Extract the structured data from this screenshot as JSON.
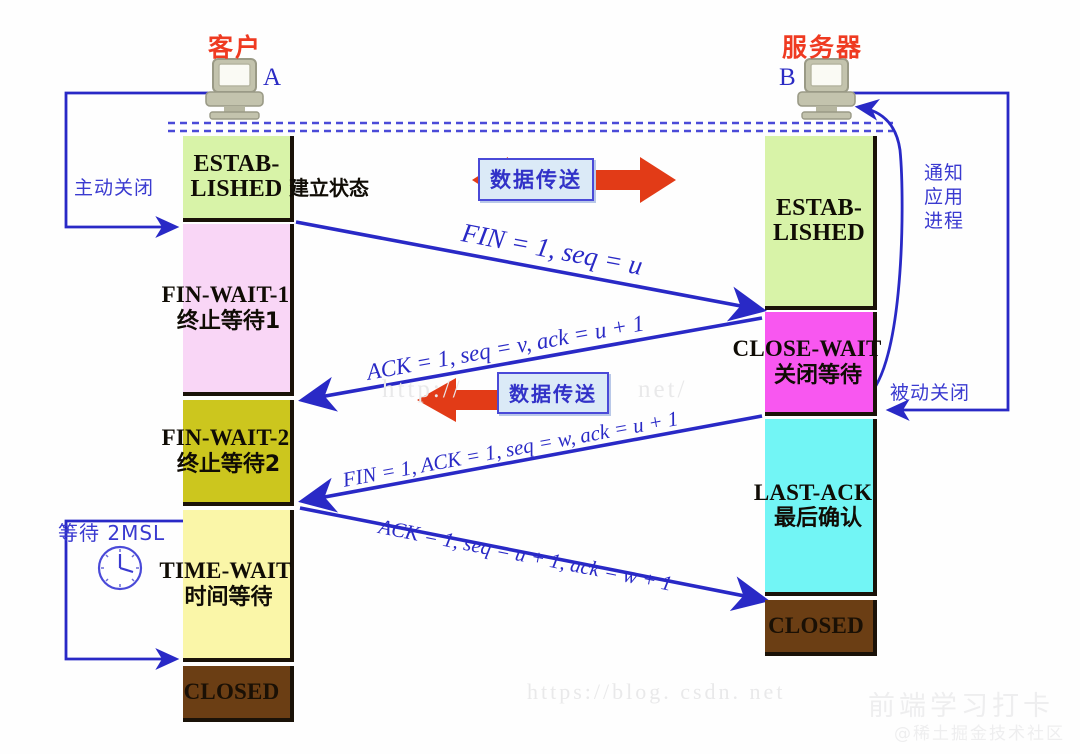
{
  "diagram": {
    "title_client": "客户",
    "title_server": "服务器",
    "label_a": "A",
    "label_b": "B"
  },
  "annotations": {
    "active_close": "主动关闭",
    "passive_close": "被动关闭",
    "notify_app": "通知\n应用\n进程",
    "notify_app_lines": [
      "通知",
      "应用",
      "进程"
    ],
    "wait_2msl": "等待 2MSL",
    "established_cn_side": "建立状态",
    "data_transfer_top": "数据传送",
    "data_transfer_mid": "数据传送"
  },
  "client_states": [
    {
      "name": "established",
      "en": "ESTAB-\nLISHED",
      "en_lines": [
        "ESTAB-",
        "LISHED"
      ],
      "cn": "",
      "color": "#d8f3a8"
    },
    {
      "name": "fin-wait-1",
      "en": "FIN-WAIT-1",
      "en_lines": [
        "FIN-WAIT-1"
      ],
      "cn": "终止等待1",
      "color": "#f9d6f6"
    },
    {
      "name": "fin-wait-2",
      "en": "FIN-WAIT-2",
      "en_lines": [
        "FIN-WAIT-2"
      ],
      "cn": "终止等待2",
      "color": "#ccc61e"
    },
    {
      "name": "time-wait",
      "en": "TIME-WAIT",
      "en_lines": [
        "TIME-WAIT"
      ],
      "cn": "时间等待",
      "color": "#faf6a8"
    },
    {
      "name": "closed",
      "en": "CLOSED",
      "en_lines": [
        "CLOSED"
      ],
      "cn": "",
      "color": "#6b3e14"
    }
  ],
  "server_states": [
    {
      "name": "established",
      "en": "ESTAB-\nLISHED",
      "en_lines": [
        "ESTAB-",
        "LISHED"
      ],
      "cn": "",
      "color": "#d8f3a8"
    },
    {
      "name": "close-wait",
      "en": "CLOSE-WAIT",
      "en_lines": [
        "CLOSE-WAIT"
      ],
      "cn": "关闭等待",
      "color": "#f857f0"
    },
    {
      "name": "last-ack",
      "en": "LAST-ACK",
      "en_lines": [
        "LAST-ACK"
      ],
      "cn": "最后确认",
      "color": "#72f5f5"
    },
    {
      "name": "closed",
      "en": "CLOSED",
      "en_lines": [
        "CLOSED"
      ],
      "cn": "",
      "color": "#6b3e14"
    }
  ],
  "messages": [
    {
      "name": "fin-1",
      "text": "FIN = 1, seq = u",
      "direction": "client-to-server"
    },
    {
      "name": "ack-1",
      "text": "ACK = 1, seq = v, ack = u + 1",
      "direction": "server-to-client"
    },
    {
      "name": "fin-ack",
      "text": "FIN = 1, ACK = 1, seq = w, ack = u + 1",
      "direction": "server-to-client"
    },
    {
      "name": "ack-2",
      "text": "ACK = 1, seq = u + 1, ack = w + 1",
      "direction": "client-to-server"
    }
  ],
  "watermarks": {
    "url_center": "http://",
    "url_center_tail": "net/",
    "url_bottom": "https://blog. csdn. net",
    "logo_line1": "前端学习打卡",
    "logo_line2": "@稀土掘金技术社区"
  },
  "colors": {
    "blue": "#2929c6",
    "red_arrow": "#e23b17",
    "title_red": "#ef3a21",
    "dark_border": "#1a1208"
  }
}
